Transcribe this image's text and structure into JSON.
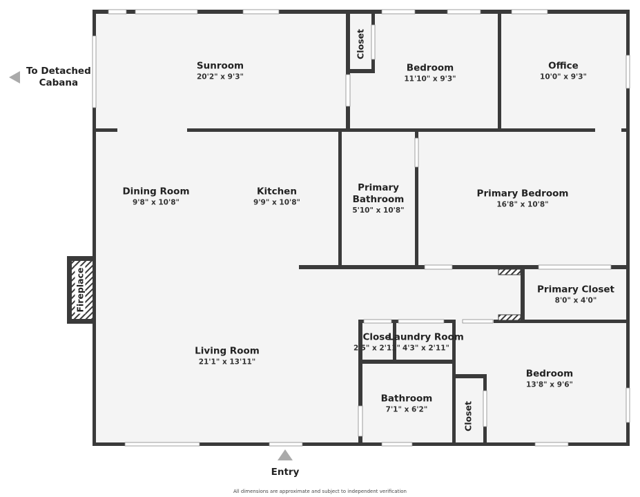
{
  "colors": {
    "wall": "#3a3a3a",
    "floor": "#f4f4f4",
    "arrow": "#aaaaaa"
  },
  "rooms": {
    "sunroom": {
      "name": "Sunroom",
      "dims": "20'2\" x 9'3\""
    },
    "bedroom_top": {
      "name": "Bedroom",
      "dims": "11'10\" x 9'3\""
    },
    "office": {
      "name": "Office",
      "dims": "10'0\" x 9'3\""
    },
    "closet_top": {
      "name": "Closet"
    },
    "dining": {
      "name": "Dining Room",
      "dims": "9'8\" x 10'8\""
    },
    "kitchen": {
      "name": "Kitchen",
      "dims": "9'9\" x 10'8\""
    },
    "primary_bath": {
      "name_line1": "Primary",
      "name_line2": "Bathroom",
      "dims": "5'10\" x 10'8\""
    },
    "primary_bed": {
      "name": "Primary Bedroom",
      "dims": "16'8\" x 10'8\""
    },
    "primary_closet": {
      "name": "Primary Closet",
      "dims": "8'0\" x 4'0\""
    },
    "fireplace": {
      "name": "Fireplace"
    },
    "living": {
      "name": "Living Room",
      "dims": "21'1\" x 13'11\""
    },
    "closet_laundry": {
      "name": "Close",
      "dims": "2'5\" x 2'11\""
    },
    "laundry": {
      "name": "Laundry Room",
      "dims": "4'3\" x 2'11\""
    },
    "bathroom": {
      "name": "Bathroom",
      "dims": "7'1\" x 6'2\""
    },
    "closet_bed": {
      "name": "Closet"
    },
    "bedroom_bottom": {
      "name": "Bedroom",
      "dims": "13'8\" x 9'6\""
    }
  },
  "annotations": {
    "cabana_line1": "To Detached",
    "cabana_line2": "Cabana",
    "entry": "Entry",
    "icons": [
      "arrow-left-icon",
      "arrow-up-icon"
    ]
  },
  "footer": "All dimensions are approximate and subject to independent verification"
}
